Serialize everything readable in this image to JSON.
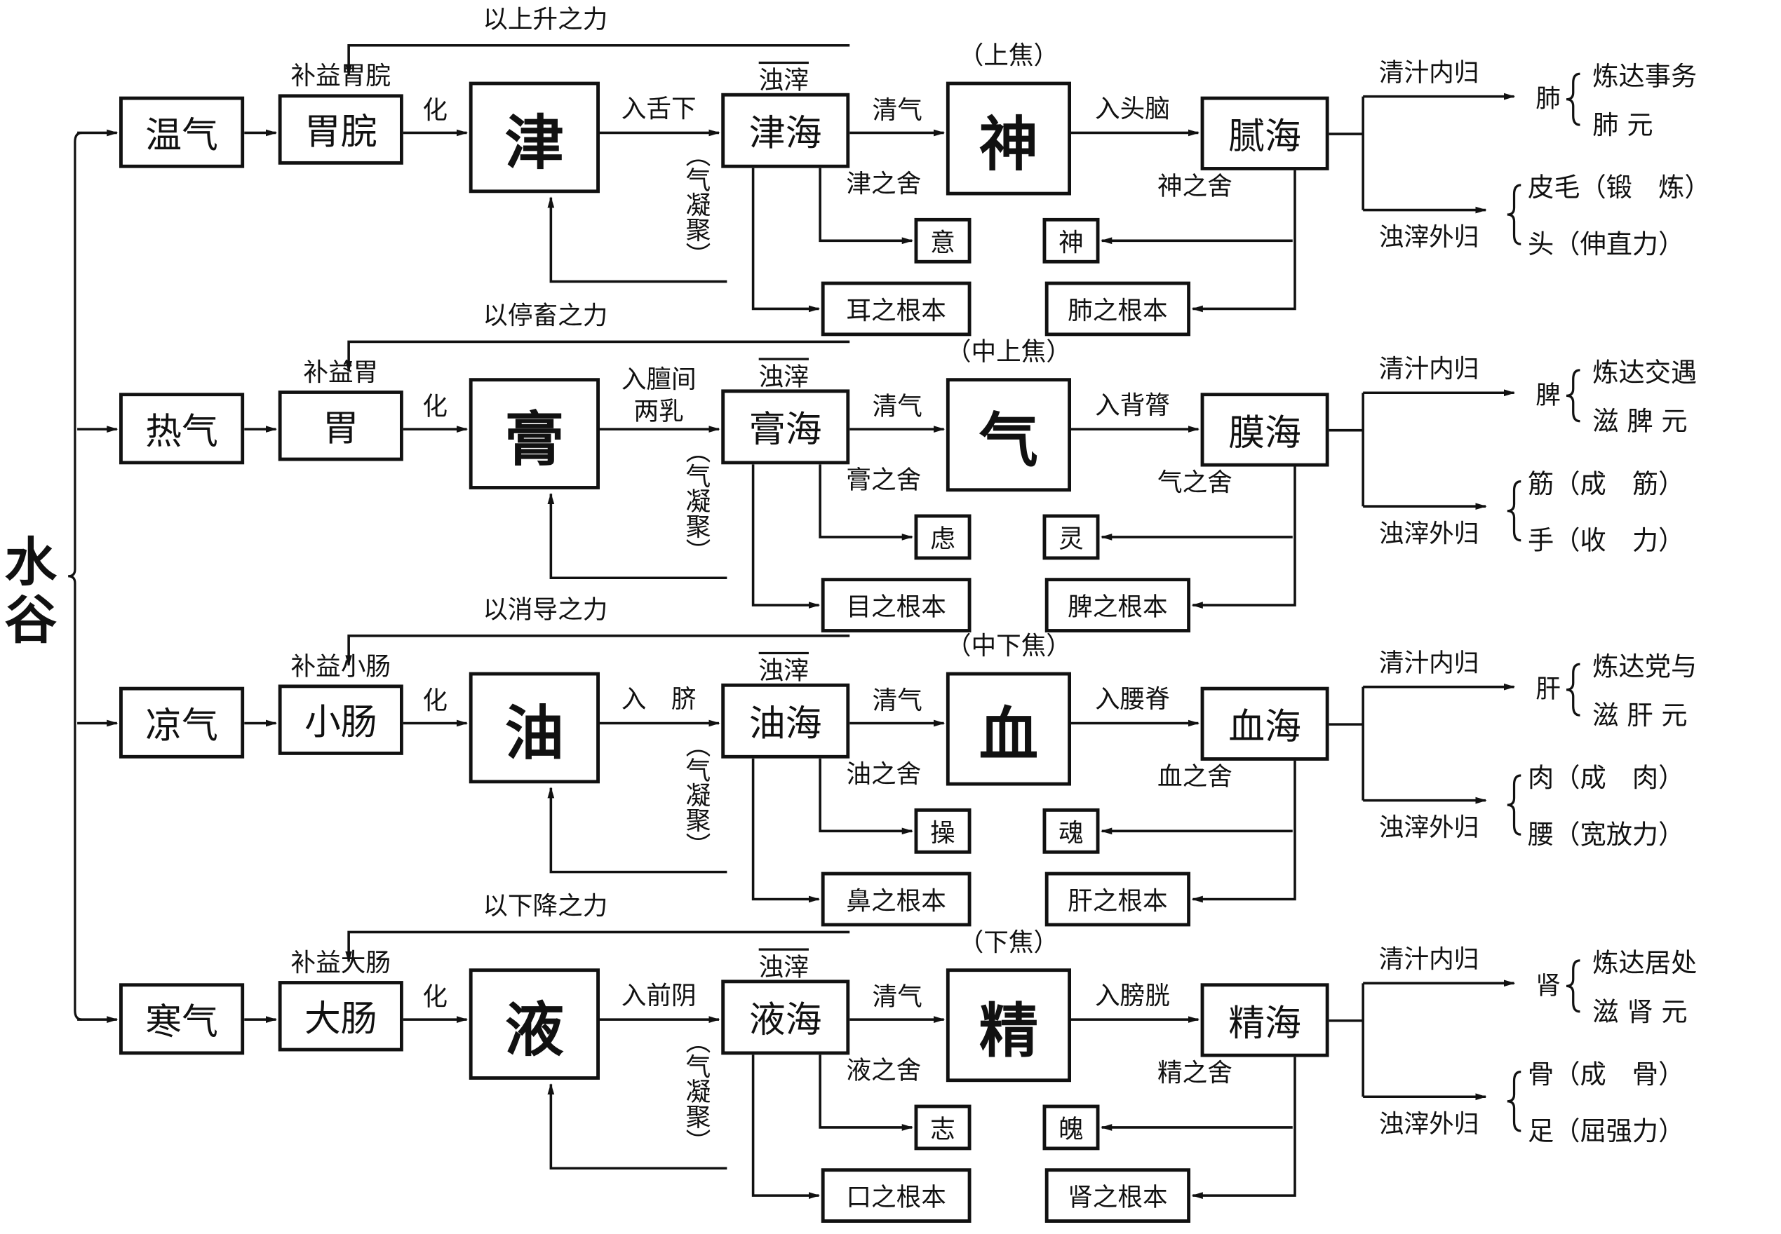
{
  "title": "水谷",
  "common": {
    "transform": "化",
    "clear_qi": "清气",
    "dregs": "浊滓",
    "condense": "（气凝聚）",
    "clear_return": "清汁内归",
    "turbid_return": "浊滓外归"
  },
  "rows": [
    {
      "top_force": "以上升之力",
      "tonify": "补益胃脘",
      "qi": "温气",
      "organ": "胃脘",
      "fluid": "津",
      "enter": "入舌下",
      "sea": "津海",
      "jiao": "（上焦）",
      "essence": "神",
      "enter2": "入头脑",
      "sea2": "腻海",
      "lodge1": "津之舍",
      "mind": "意",
      "root1": "耳之根本",
      "lodge2": "神之舍",
      "mind2": "神",
      "root2": "肺之根本",
      "zang": "肺",
      "zang_lines": [
        "炼达事务",
        "肺 元"
      ],
      "body_lines": [
        "皮毛（锻　炼）",
        "头（伸直力）"
      ]
    },
    {
      "top_force": "以停畜之力",
      "tonify": "补益胃",
      "qi": "热气",
      "organ": "胃",
      "fluid": "膏",
      "enter": "入膻间\n两乳",
      "sea": "膏海",
      "jiao": "（中上焦）",
      "essence": "气",
      "enter2": "入背膂",
      "sea2": "膜海",
      "lodge1": "膏之舍",
      "mind": "虑",
      "root1": "目之根本",
      "lodge2": "气之舍",
      "mind2": "灵",
      "root2": "脾之根本",
      "zang": "脾",
      "zang_lines": [
        "炼达交遇",
        "滋 脾 元"
      ],
      "body_lines": [
        "筋（成　筋）",
        "手（收　力）"
      ]
    },
    {
      "top_force": "以消导之力",
      "tonify": "补益小肠",
      "qi": "凉气",
      "organ": "小肠",
      "fluid": "油",
      "enter": "入　脐",
      "sea": "油海",
      "jiao": "（中下焦）",
      "essence": "血",
      "enter2": "入腰脊",
      "sea2": "血海",
      "lodge1": "油之舍",
      "mind": "操",
      "root1": "鼻之根本",
      "lodge2": "血之舍",
      "mind2": "魂",
      "root2": "肝之根本",
      "zang": "肝",
      "zang_lines": [
        "炼达党与",
        "滋 肝 元"
      ],
      "body_lines": [
        "肉（成　肉）",
        "腰（宽放力）"
      ]
    },
    {
      "top_force": "以下降之力",
      "tonify": "补益大肠",
      "qi": "寒气",
      "organ": "大肠",
      "fluid": "液",
      "enter": "入前阴",
      "sea": "液海",
      "jiao": "（下焦）",
      "essence": "精",
      "enter2": "入膀胱",
      "sea2": "精海",
      "lodge1": "液之舍",
      "mind": "志",
      "root1": "口之根本",
      "lodge2": "精之舍",
      "mind2": "魄",
      "root2": "肾之根本",
      "zang": "肾",
      "zang_lines": [
        "炼达居处",
        "滋 肾 元"
      ],
      "body_lines": [
        "骨（成　骨）",
        "足（屈强力）"
      ]
    }
  ]
}
